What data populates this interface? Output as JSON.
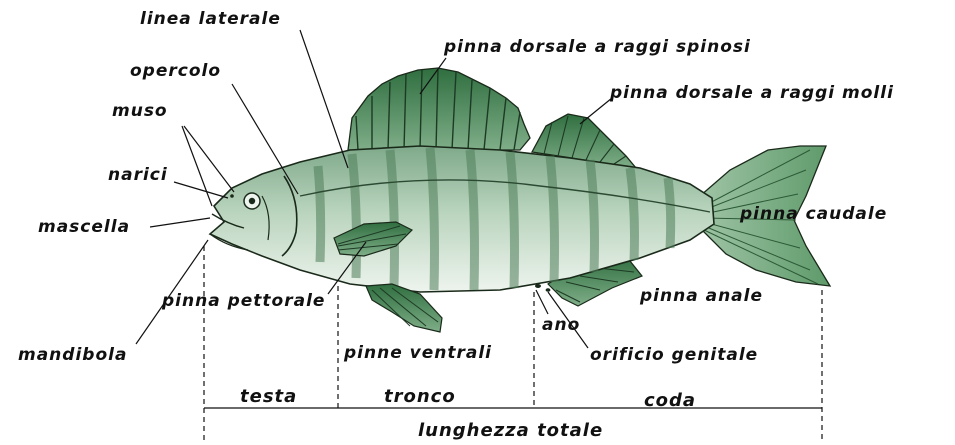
{
  "labels": {
    "linea_laterale": "linea laterale",
    "opercolo": "opercolo",
    "muso": "muso",
    "narici": "narici",
    "mascella": "mascella",
    "mandibola": "mandibola",
    "pinna_dorsale_spinosi": "pinna dorsale a raggi spinosi",
    "pinna_dorsale_molli": "pinna dorsale a raggi molli",
    "pinna_caudale": "pinna caudale",
    "pinna_pettorale": "pinna pettorale",
    "pinne_ventrali": "pinne ventrali",
    "pinna_anale": "pinna anale",
    "ano": "ano",
    "orificio_genitale": "orificio genitale"
  },
  "sections": {
    "testa": "testa",
    "tronco": "tronco",
    "coda": "coda",
    "lunghezza_totale": "lunghezza totale"
  },
  "colors": {
    "body": "#c4dcc4",
    "fin": "#4f8a5c",
    "outline": "#1a2a1a"
  }
}
